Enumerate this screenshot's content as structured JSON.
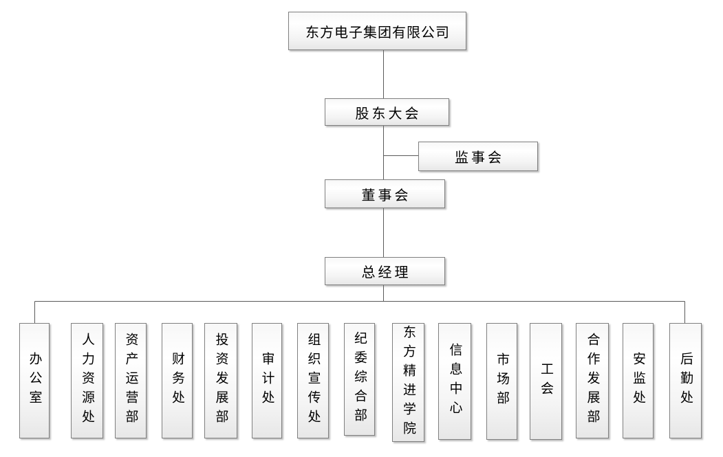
{
  "org": {
    "company": "东方电子集团有限公司",
    "shareholders_meeting": "股东大会",
    "supervisory_board": "监事会",
    "board_of_directors": "董事会",
    "general_manager": "总经理",
    "departments": [
      "办公室",
      "人力资源处",
      "资产运营部",
      "财务处",
      "投资发展部",
      "审计处",
      "组织宣传处",
      "纪委综合部",
      "东方精进学院",
      "信息中心",
      "市场部",
      "工会",
      "合作发展部",
      "安监处",
      "后勤处"
    ]
  },
  "colors": {
    "background": "#ffffff",
    "node_border": "#7f7f7f",
    "node_fill_top": "#ffffff",
    "node_fill_bottom": "#e7e7e7",
    "connector": "#595959",
    "text": "#000000"
  }
}
